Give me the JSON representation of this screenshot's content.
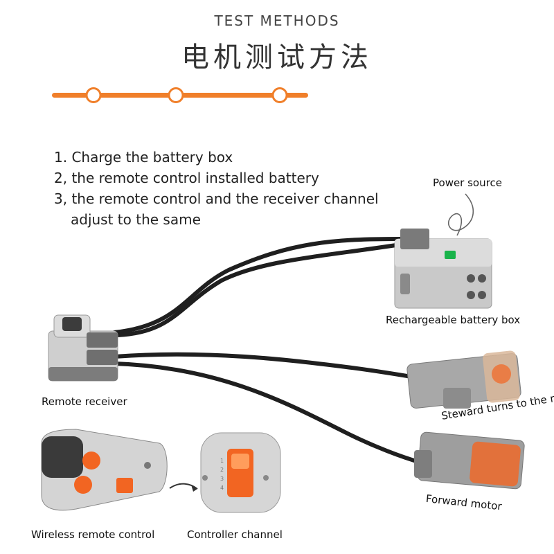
{
  "header": {
    "subtitle": "TEST METHODS",
    "title": "电机测试方法",
    "accent_color": "#f07f2a"
  },
  "steps": [
    "1. Charge the battery box",
    "2, the remote control installed battery",
    "3, the remote control and the receiver channel",
    "adjust to the same"
  ],
  "labels": {
    "power_source": "Power source",
    "battery_box": "Rechargeable battery box",
    "remote_receiver": "Remote receiver",
    "steward_motor": "Steward turns to the motor",
    "forward_motor": "Forward motor",
    "wireless_remote": "Wireless remote control",
    "controller_channel": "Controller channel"
  },
  "channel_digits": [
    "1",
    "2",
    "3",
    "4"
  ],
  "colors": {
    "brick_gray": "#c9c9c9",
    "dark_gray": "#6d6d6d",
    "cable": "#1f1f1f",
    "orange": "#f26522",
    "led_green": "#19b34a"
  }
}
